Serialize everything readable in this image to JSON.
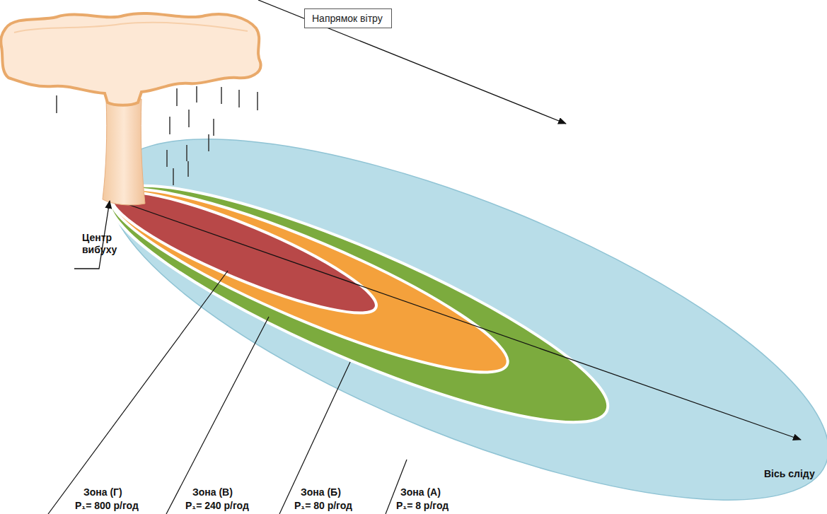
{
  "diagram": {
    "nodes": [
      {
        "text": [
          "Напрямок вітру"
        ]
      }
    ],
    "labels": [
      "Центр вибуху",
      "Зона (Г)",
      "P₁= 800 р/год",
      "Зона (В)",
      "P₁= 240 р/год",
      "Зона (Б)",
      "P₁= 80 р/год",
      "Зона (А)",
      "P₁= 8 р/год",
      "Вісь сліду"
    ]
  }
}
